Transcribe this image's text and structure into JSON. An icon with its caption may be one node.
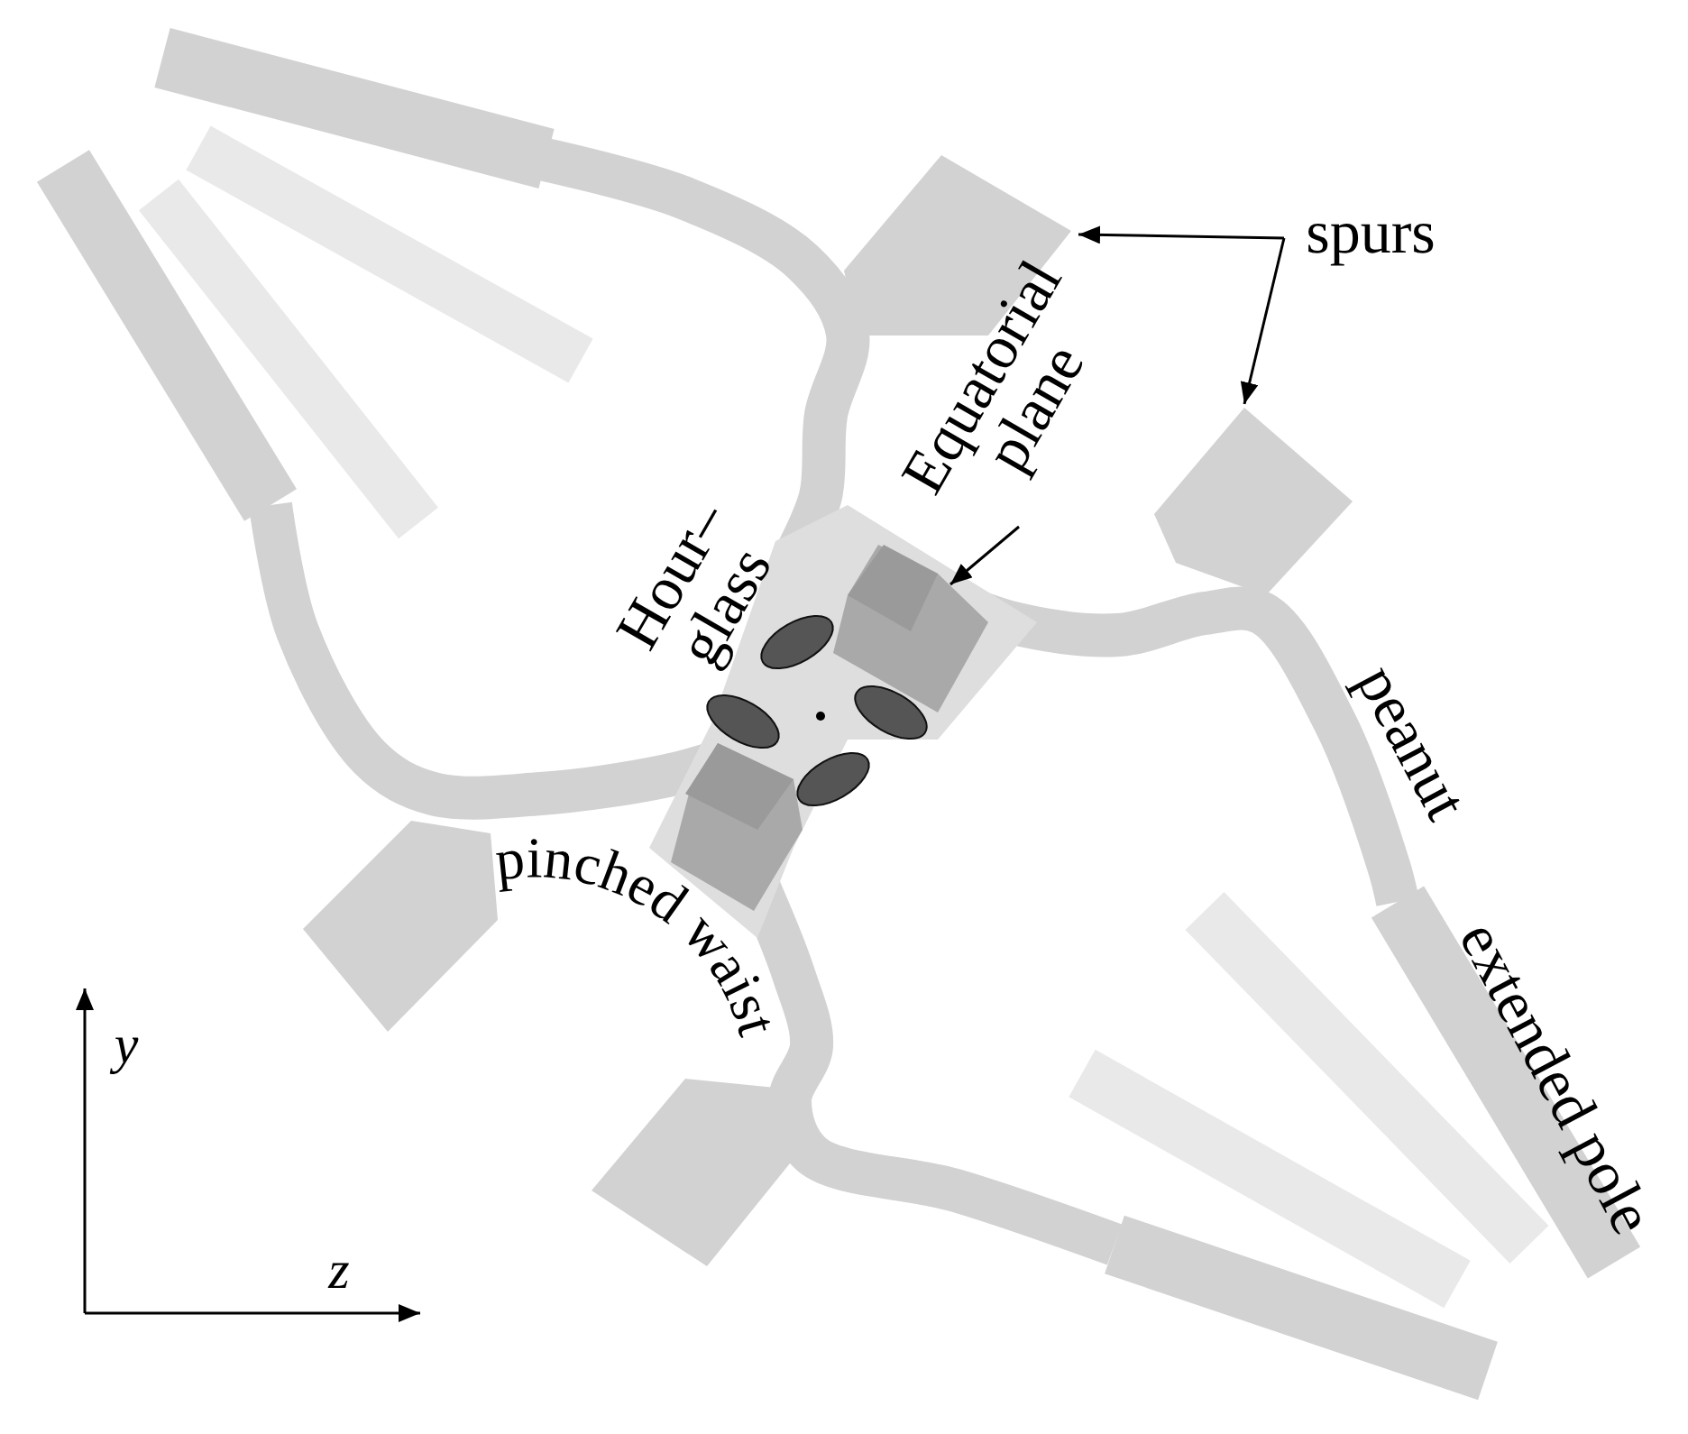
{
  "diagram": {
    "nodes": [
      {
        "text": [
          "spurs"
        ]
      },
      {
        "text": [],
        "shape": "box"
      },
      {
        "text": [],
        "shape": "box"
      },
      {
        "text": [
          "Equatorial plane"
        ]
      }
    ],
    "edges": [
      {
        "from": 0,
        "to": 1,
        "arrow": "to"
      },
      {
        "from": 0,
        "to": 2,
        "arrow": "to"
      },
      {
        "from": 3,
        "to": null,
        "arrow": "to"
      }
    ],
    "labels": [
      "Hour– glass",
      "pinched waist",
      "peanut",
      "extended pole",
      "y",
      "z"
    ]
  }
}
